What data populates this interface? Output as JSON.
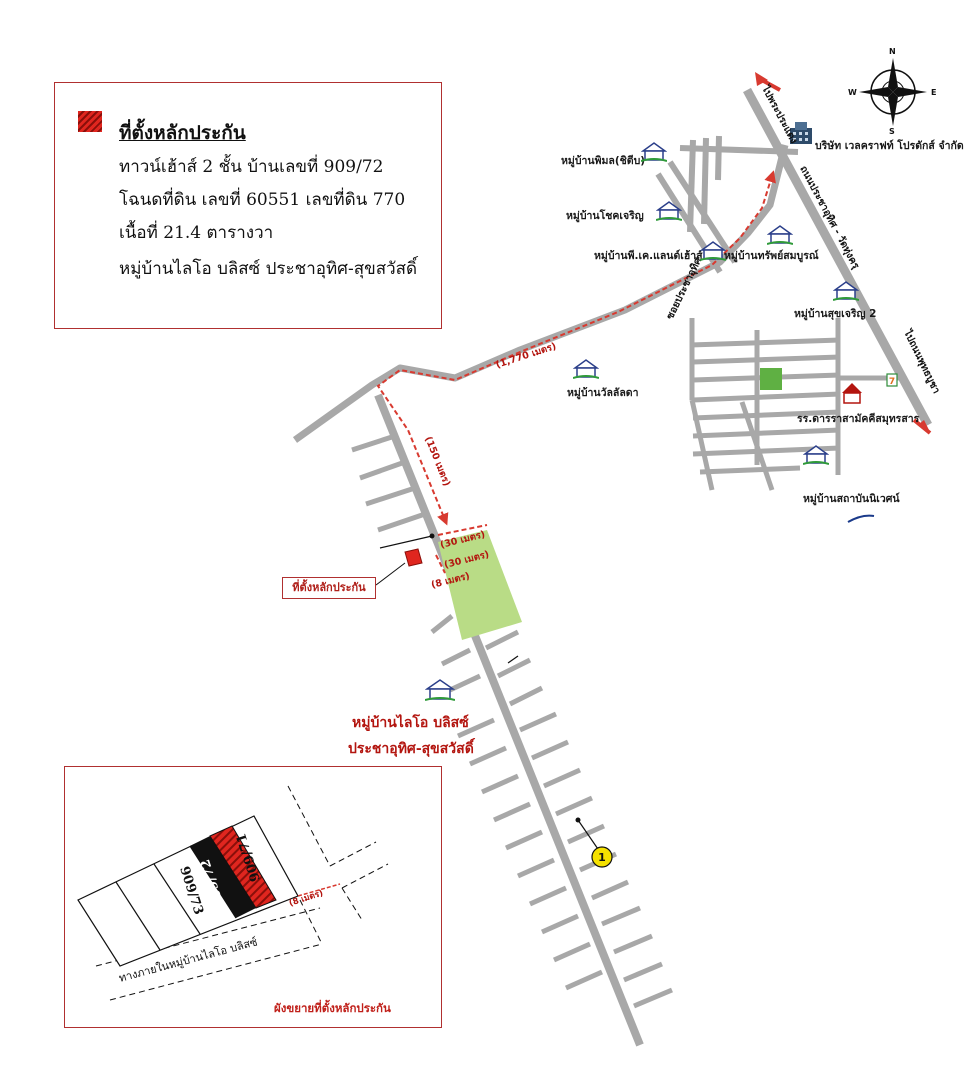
{
  "legend": {
    "title": "ที่ตั้งหลักประกัน",
    "lines": [
      "ทาวน์เฮ้าส์ 2 ชั้น บ้านเลขที่ 909/72",
      "โฉนดที่ดิน เลขที่ 60551 เลขที่ดิน 770",
      "เนื้อที่ 21.4 ตารางวา",
      "หมู่บ้านไลโอ บลิสซ์ ประชาอุทิศ-สุขสวัสดิ์"
    ],
    "swatch_color": "#e0261f"
  },
  "compass": {
    "n": "N",
    "s": "S",
    "e": "E",
    "w": "W"
  },
  "roads": {
    "road_pracha_u_thit": "ถนนประชาอุทิศ - วัดทุ่งครุ",
    "soi_pracha_u_thit": "ซอยประชาอุทิศ",
    "to_phra_pradaeng": "ไปพระประแดง",
    "to_phutthabucha": "ไปถนนพุทธบูชา"
  },
  "distances": {
    "d1770": "(1,770 เมตร)",
    "d150": "(150 เมตร)",
    "d30a": "(30 เมตร)",
    "d30b": "(30 เมตร)",
    "d8": "(8 เมตร)",
    "d8_inset": "(8 เมตร)"
  },
  "pois": {
    "company": "บริษัท เวลคราฟท์ โปรดักส์ จำกัด",
    "v_phimon": "หมู่บ้านพิมล(ชิตีบ)",
    "v_chokcharoen": "หมู่บ้านโชคเจริญ",
    "v_pk_land": "หมู่บ้านพี.เค.แลนด์เฮ้าส์",
    "v_sap_sombun": "หมู่บ้านทรัพย์สมบูรณ์",
    "v_suk_charoen2": "หมู่บ้านสุขเจริญ 2",
    "v_wonsalada": "หมู่บ้านวัลลัลดา",
    "school": "รร.ดารราสามัคคีสมุทรสาร",
    "v_sathaban": "หมู่บ้านสถาบันนิเวศน์",
    "store_badge": "7"
  },
  "marker": {
    "label": "ที่ตั้งหลักประกัน",
    "point_number": "1"
  },
  "project": {
    "line1": "หมู่บ้านไลโอ บลิสซ์",
    "line2": "ประชาอุทิศ-สุขสวัสดิ์"
  },
  "inset": {
    "caption": "ผังขยายที่ตั้งหลักประกัน",
    "lot_left": "909/73",
    "lot_center": "909/72",
    "lot_right": "909/71",
    "internal_road": "ทางภายในหมู่บ้านไลโอ บลิสซ์"
  },
  "colors": {
    "road": "#a8a8a8",
    "route": "#d83a30",
    "park": "#b9dc86",
    "frame": "#b03030",
    "label_red": "#b3150f"
  }
}
